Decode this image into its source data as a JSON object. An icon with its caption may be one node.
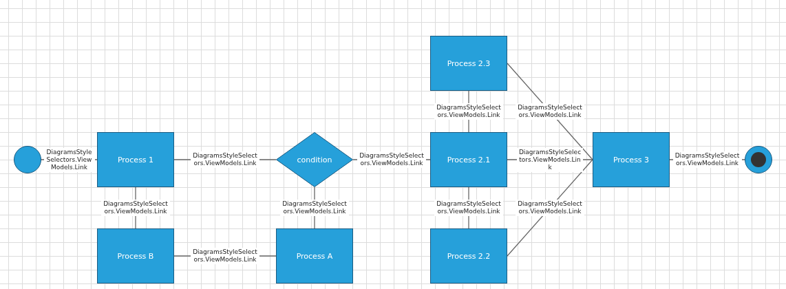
{
  "diagram": {
    "nodes": [
      {
        "text": [],
        "shape": "circle"
      },
      {
        "text": [
          "Process 1"
        ]
      },
      {
        "text": [
          "condition"
        ]
      },
      {
        "text": [
          "Process B"
        ]
      },
      {
        "text": [
          "Process A"
        ]
      },
      {
        "text": [
          "Process 2.3"
        ]
      },
      {
        "text": [
          "Process 2.1"
        ]
      },
      {
        "text": [
          "Process 2.2"
        ]
      },
      {
        "text": [
          "Process 3"
        ]
      },
      {
        "text": [],
        "shape": "circle"
      }
    ],
    "edges": [
      {
        "from": 0,
        "to": 1,
        "arrow": "none",
        "label": "DiagramsStyleSelectors.ViewModels.Link"
      },
      {
        "from": 1,
        "to": 2,
        "arrow": "none",
        "label": "DiagramsStyleSelectors.ViewModels.Link"
      },
      {
        "from": 1,
        "to": 3,
        "arrow": "none",
        "label": "DiagramsStyleSelectors.ViewModels.Link"
      },
      {
        "from": 2,
        "to": 6,
        "arrow": "none",
        "label": "DiagramsStyleSelectors.ViewModels.Link"
      },
      {
        "from": 2,
        "to": 4,
        "arrow": "none",
        "label": "DiagramsStyleSelectors.ViewModels.Link"
      },
      {
        "from": 3,
        "to": 4,
        "arrow": "none",
        "label": "DiagramsStyleSelectors.ViewModels.Link"
      },
      {
        "from": 6,
        "to": 5,
        "arrow": "none",
        "label": "DiagramsStyleSelectors.ViewModels.Link"
      },
      {
        "from": 6,
        "to": 7,
        "arrow": "none",
        "label": "DiagramsStyleSelectors.ViewModels.Link"
      },
      {
        "from": 5,
        "to": 8,
        "arrow": "none",
        "label": "DiagramsStyleSelectors.ViewModels.Link"
      },
      {
        "from": 7,
        "to": 8,
        "arrow": "none",
        "label": "DiagramsStyleSelectors.ViewModels.Link"
      },
      {
        "from": 6,
        "to": 8,
        "arrow": "none",
        "label": "DiagramsStyleSelectors.ViewModels.Link"
      },
      {
        "from": 8,
        "to": 9,
        "arrow": "none",
        "label": "DiagramsStyleSelectors.ViewModels.Link"
      }
    ]
  }
}
